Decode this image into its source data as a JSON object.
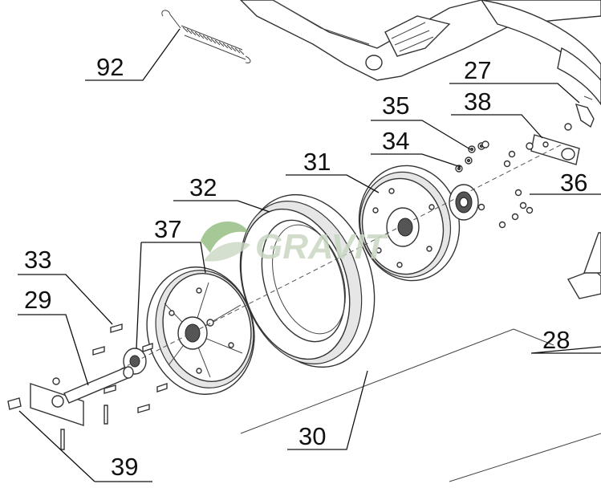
{
  "watermark": {
    "text": "GRAVIT"
  },
  "callouts": [
    {
      "id": "92",
      "label": "92"
    },
    {
      "id": "27",
      "label": "27"
    },
    {
      "id": "38",
      "label": "38"
    },
    {
      "id": "35",
      "label": "35"
    },
    {
      "id": "34",
      "label": "34"
    },
    {
      "id": "31",
      "label": "31"
    },
    {
      "id": "32",
      "label": "32"
    },
    {
      "id": "36",
      "label": "36"
    },
    {
      "id": "37",
      "label": "37"
    },
    {
      "id": "33",
      "label": "33"
    },
    {
      "id": "29",
      "label": "29"
    },
    {
      "id": "28",
      "label": "28"
    },
    {
      "id": "30",
      "label": "30"
    },
    {
      "id": "39",
      "label": "39"
    }
  ],
  "colors": {
    "line": "#333333",
    "label": "#111111",
    "watermark_green": "#7fb069",
    "watermark_gray": "#c9d7c3"
  }
}
